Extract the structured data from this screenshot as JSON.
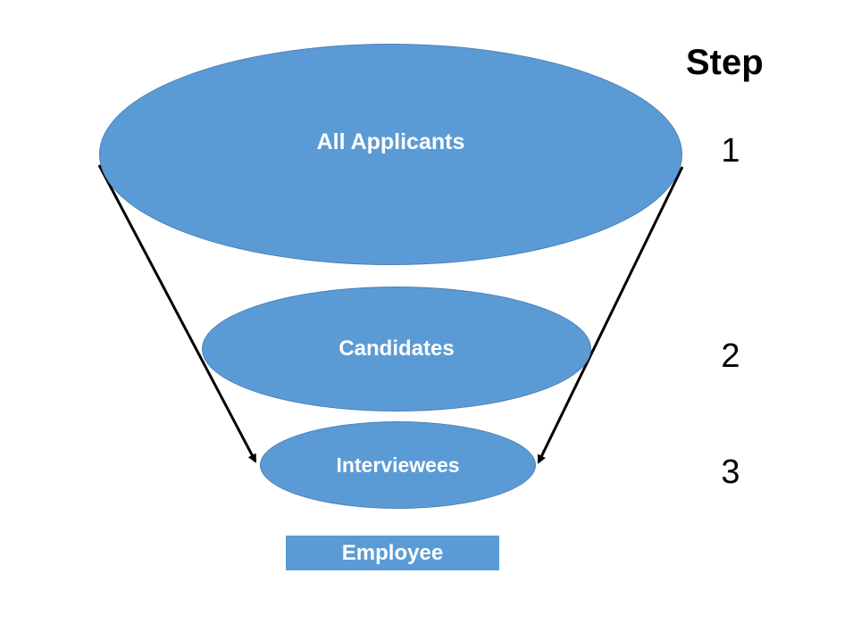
{
  "colors": {
    "stage_fill": "#5b9bd5",
    "stage_text": "#ffffff",
    "arrow": "#000000",
    "step_text": "#000000"
  },
  "stages": [
    {
      "label": "All Applicants"
    },
    {
      "label": "Candidates"
    },
    {
      "label": "Interviewees"
    },
    {
      "label": "Employee"
    }
  ],
  "steps": {
    "header": "Step",
    "numbers": [
      "1",
      "2",
      "3"
    ]
  }
}
